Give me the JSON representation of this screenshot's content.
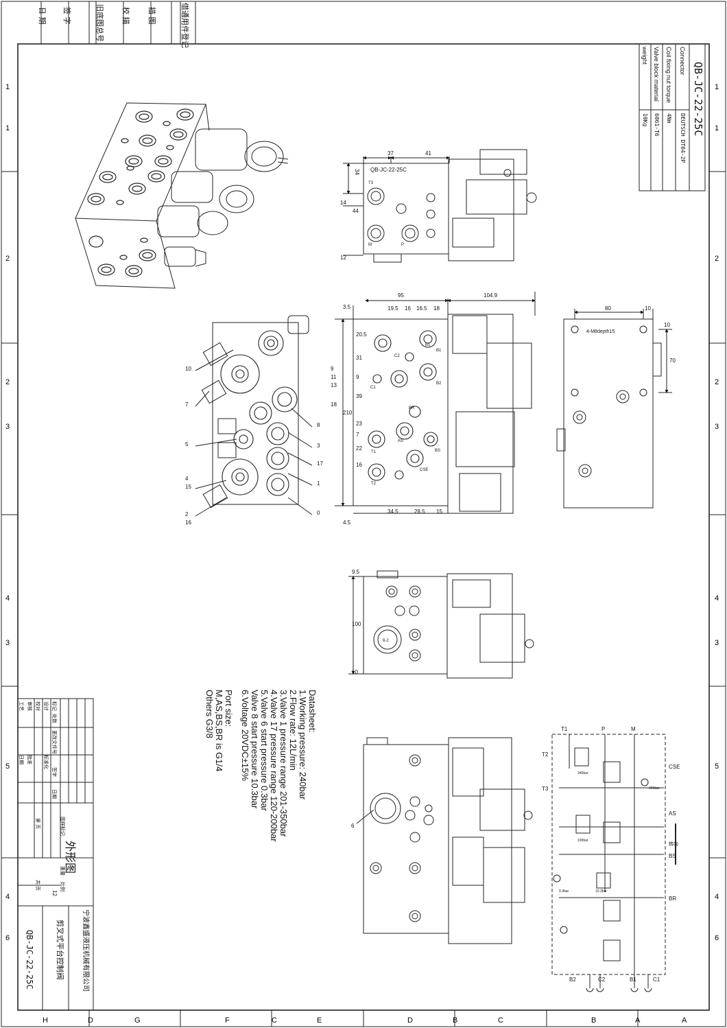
{
  "sheet": {
    "top_labels": [
      "日 期",
      "签 字",
      "旧底图总号",
      "校 描",
      "描 图",
      "借通用件登记"
    ],
    "zone_numbers_top": [
      "1",
      "1",
      "2",
      "2",
      "3",
      "4",
      "3",
      "5",
      "4",
      "6"
    ],
    "zone_numbers_right": [
      "1",
      "1",
      "2",
      "2",
      "3",
      "4",
      "3",
      "5",
      "4",
      "6"
    ],
    "zone_letters_bottom": [
      "H",
      "D",
      "G",
      "F",
      "C",
      "E",
      "D",
      "B",
      "C",
      "B",
      "A",
      "A"
    ]
  },
  "spec_table": {
    "code": "QB-JC-22-25C",
    "rows": [
      {
        "label": "Connector",
        "value": "DEUTSCH DT04-2P"
      },
      {
        "label": "Coil fixing nut torque",
        "value": "4Nm"
      },
      {
        "label": "Valve block material",
        "value": "6061-T6"
      },
      {
        "label": "weight",
        "value": "10Kg"
      }
    ]
  },
  "datasheet": {
    "title": "Datasheet:",
    "lines": [
      "1.Working pressure:  240bar",
      "2.Flow rate:  12L/min",
      "3.Valve 1 pressure range 201-350bar",
      "4.Valve 17 pressure range 120-200bar",
      "5.Valve 6 start pressure 0.3bar",
      "  Valve 8 start pressure 10.3bar",
      "6.Voltage 20VDC±15%"
    ],
    "port_title": "Port size:",
    "port_lines": [
      "M,AS,BS,BR  is G1/4",
      "Others G3/8"
    ]
  },
  "title_block": {
    "company": "宁波鑫盛液压机械有限公司",
    "product": "剪叉式平台控制阀",
    "drawing_number": "QB-JC-22-25C",
    "view_name": "外形图",
    "scale_label": "比例",
    "weight_label": "重量",
    "sheet_count": "12",
    "sheet_total_label": "共 页",
    "sheet_no_label": "第 页",
    "drawing_mark_label": "图样标记",
    "rev_labels": [
      "标记",
      "处数",
      "更改文件号",
      "签字",
      "日期"
    ],
    "role_labels": [
      "设计",
      "校对",
      "审核",
      "工艺"
    ],
    "std_label": "标准化",
    "approve_label": "批准",
    "date_label": "日期"
  },
  "top_view": {
    "code_label": "QB-JC-22-25C",
    "dims": [
      "37",
      "41",
      "34",
      "44",
      "14",
      "12"
    ],
    "port_labels": [
      "T3",
      "M",
      "P"
    ]
  },
  "front_view": {
    "dims_top": [
      "95",
      "104.9",
      "19.5",
      "16",
      "16.5",
      "18",
      "3.5"
    ],
    "dims_left": [
      "20.5",
      "31",
      "9",
      "39",
      "23",
      "7",
      "22",
      "16",
      "210",
      "9",
      "11",
      "13",
      "18",
      "4.5"
    ],
    "dims_bottom": [
      "34.5",
      "28.5",
      "15"
    ],
    "port_labels": [
      "B1",
      "B2",
      "C1",
      "C2",
      "BR",
      "AS",
      "BS",
      "CSE",
      "T1",
      "T2",
      "B1"
    ]
  },
  "left_view": {
    "balloons": [
      "10",
      "7",
      "5",
      "4",
      "15",
      "2",
      "16",
      "8",
      "3",
      "17",
      "1",
      "0"
    ]
  },
  "side_view": {
    "dims": [
      "80",
      "10",
      "10",
      "70"
    ],
    "note": "4-M8depth15"
  },
  "bottom_view": {
    "dims": [
      "9.5",
      "100",
      "10"
    ],
    "label": "6-2"
  },
  "lower_view": {
    "balloon": "6"
  },
  "schematic": {
    "port_labels": [
      "T1",
      "P",
      "M",
      "T2",
      "T3",
      "CSE",
      "AS",
      "BS",
      "BR",
      "B2",
      "C2",
      "B1",
      "C1"
    ],
    "notes": [
      "240bar",
      "200bar",
      "100bar",
      "10.3bar",
      "0.3bar",
      "转向"
    ]
  }
}
